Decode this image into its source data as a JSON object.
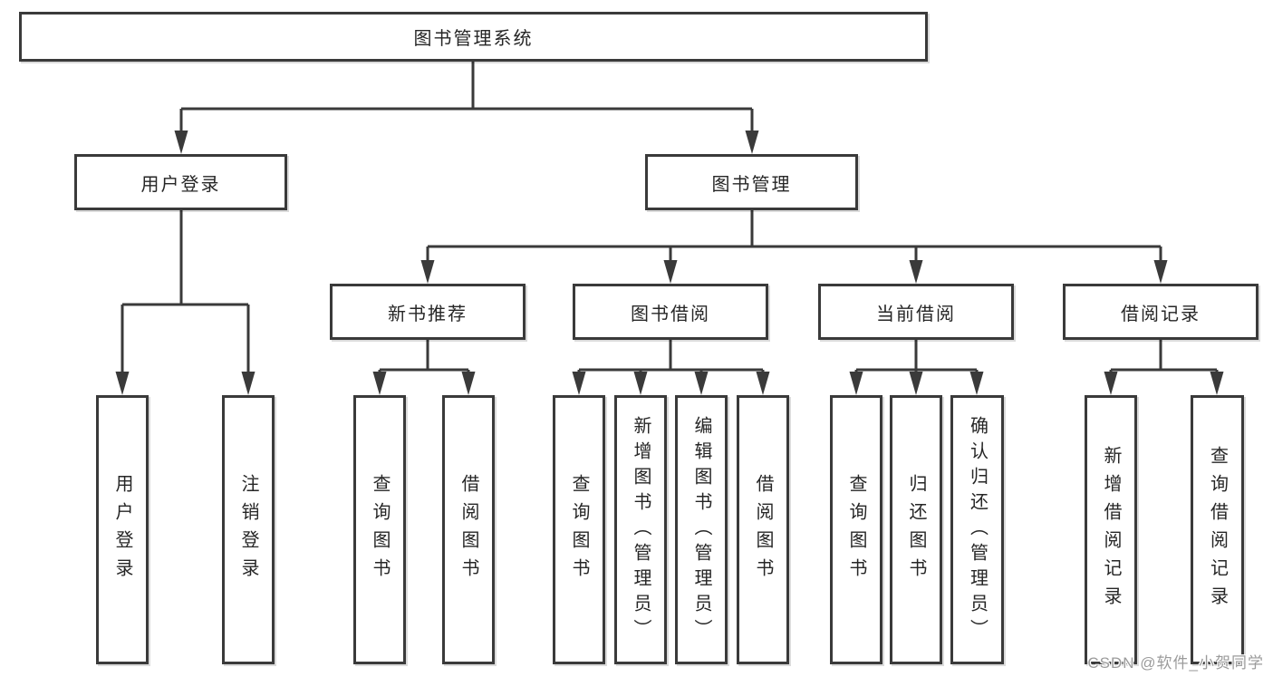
{
  "colors": {
    "background": "#ffffff",
    "line": "#3a3a3a",
    "box_border": "#3a3a3a",
    "text": "#262626",
    "watermark": "#9b9b9b"
  },
  "watermark": "CSDN @软件_小贺同学",
  "tree": {
    "root": "图书管理系统",
    "branches": [
      {
        "label": "用户登录",
        "children": [
          "用户登录",
          "注销登录"
        ]
      },
      {
        "label": "图书管理",
        "sections": [
          {
            "label": "新书推荐",
            "children": [
              "查询图书",
              "借阅图书"
            ]
          },
          {
            "label": "图书借阅",
            "children": [
              "查询图书",
              "新增图书（管理员）",
              "编辑图书（管理员）",
              "借阅图书"
            ]
          },
          {
            "label": "当前借阅",
            "children": [
              "查询图书",
              "归还图书",
              "确认归还（管理员）"
            ]
          },
          {
            "label": "借阅记录",
            "children": [
              "新增借阅记录",
              "查询借阅记录"
            ]
          }
        ]
      }
    ]
  }
}
